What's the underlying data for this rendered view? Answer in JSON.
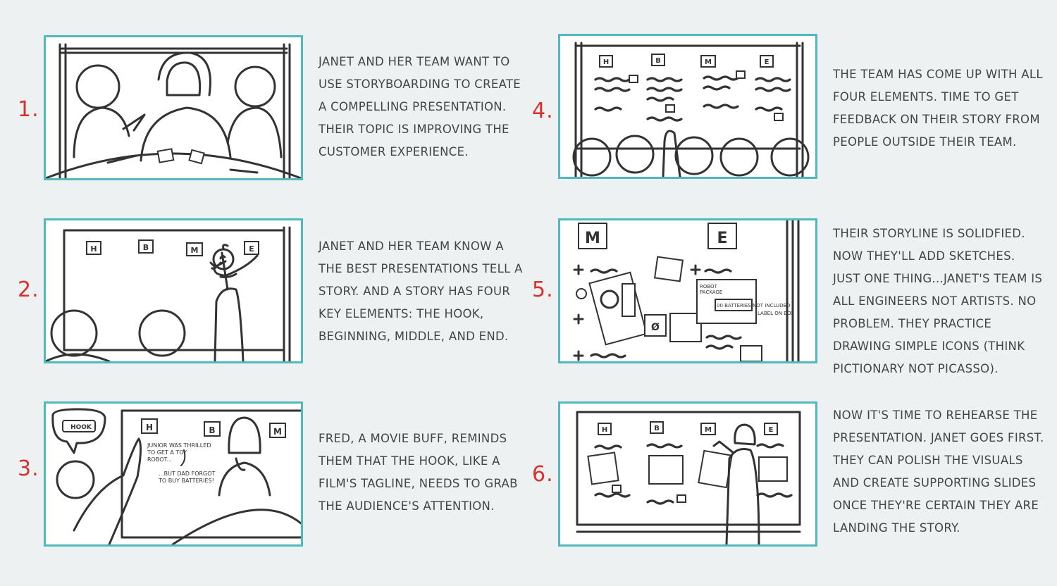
{
  "steps": [
    {
      "number": "1.",
      "caption": "Janet and her team want to use storyboarding to create a compelling presentation. Their topic is improving the customer experience."
    },
    {
      "number": "2.",
      "caption": "Janet and her team know a the best presentations tell a story. And a story has four key elements: the hook, beginning, middle, and end."
    },
    {
      "number": "3.",
      "caption": "Fred, a movie buff, reminds them that the hook, like a film's tagline, needs to grab the audience's attention."
    },
    {
      "number": "4.",
      "caption": "The team has come up with all four elements. Time to get feedback on their story from people outside their team."
    },
    {
      "number": "5.",
      "caption": "Their storyline is solidfied. Now they'll add sketches. Just one thing...Janet's team is all engineers not artists. No problem. They practice drawing simple icons (think Pictionary not Picasso)."
    },
    {
      "number": "6.",
      "caption": "Now it's time to rehearse the presentation. Janet goes first. They can polish the visuals and create supporting slides once they're certain they are landing the story."
    }
  ],
  "board_labels": {
    "h": "H",
    "b": "B",
    "m": "M",
    "e": "E"
  },
  "panel3": {
    "bubble_text": "HOOK",
    "note_line1": "JUNIOR WAS THRILLED",
    "note_line2": "TO GET A TOY",
    "note_line3": "ROBOT...",
    "note_line4": "...BUT DAD FORGOT",
    "note_line5": "TO BUY BATTERIES!"
  },
  "panel5": {
    "note_a": "ROBOT",
    "note_b": "PACKAGE",
    "note_c": "00 BATTERIES NOT INCLUDED",
    "note_d": "LABEL ON BOX"
  },
  "colors": {
    "accent": "#4fb9be",
    "number": "#d9302b",
    "text": "#444444",
    "background": "#eef1f2"
  }
}
